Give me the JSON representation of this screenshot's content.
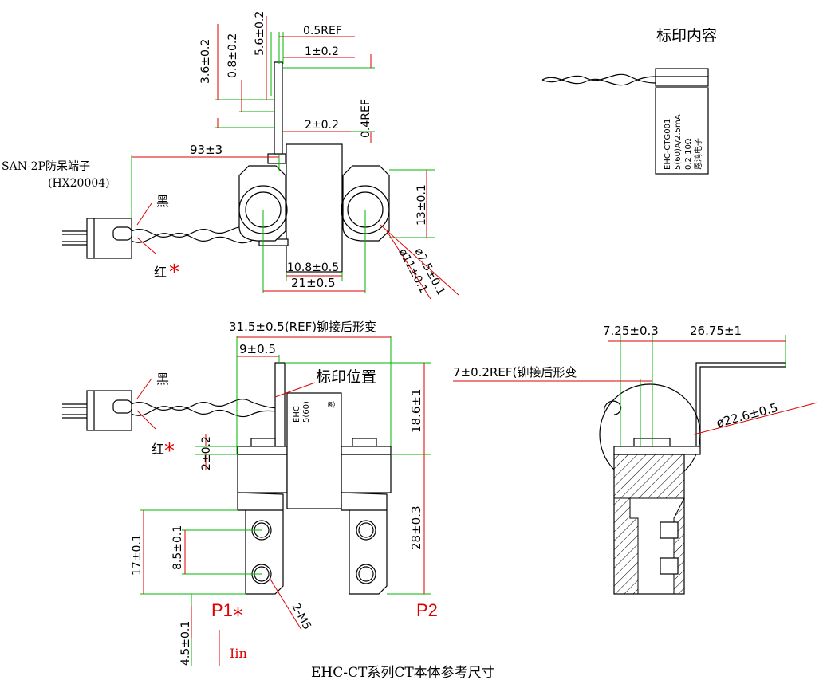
{
  "title": "EHC-CT系列CT本体参考尺寸",
  "top_view": {
    "dim_36": "3.6±0.2",
    "dim_08": "0.8±0.2",
    "dim_56": "5.6±0.2",
    "dim_05ref": "0.5REF",
    "dim_1": "1±0.2",
    "dim_04ref": "0.4REF",
    "dim_2": "2±0.2",
    "dim_93": "93±3",
    "connector_name": "SAN-2P防呆端子",
    "connector_model": "(HX20004)",
    "wire_black": "黑",
    "wire_red": "红",
    "red_star": "*",
    "dim_13": "13±0.1",
    "dim_75": "ø7.5±0.1",
    "dim_11": "ø11±0.1",
    "dim_108": "10.8±0.5",
    "dim_21": "21±0.5"
  },
  "label_panel": {
    "heading": "标印内容",
    "line1": "EHC-CTG001",
    "line2": "5(60)A/2.5mA",
    "line3": "0.2  10Ω",
    "line4": "恩鸿电子"
  },
  "front_view": {
    "dim_315": "31.5±0.5(REF)铆接后形变",
    "dim_9": "9±0.5",
    "mark_position": "标印位置",
    "label_ehc": "EHC",
    "label_560": "5(60)",
    "label_side": "恩",
    "wire_black": "黑",
    "wire_red": "红",
    "red_star": "*",
    "dim_2": "2±0.2",
    "dim_186": "18.6±1",
    "dim_28": "28±0.3",
    "dim_17": "17±0.1",
    "dim_85": "8.5±0.1",
    "dim_45": "4.5±0.1",
    "p1": "P1",
    "p2": "P2",
    "m5": "2-M5",
    "iin": "Iin"
  },
  "side_view": {
    "dim_725": "7.25±0.3",
    "dim_2675": "26.75±1",
    "dim_7ref": "7±0.2REF(铆接后形变",
    "dim_226": "ø22.6±0.5"
  }
}
